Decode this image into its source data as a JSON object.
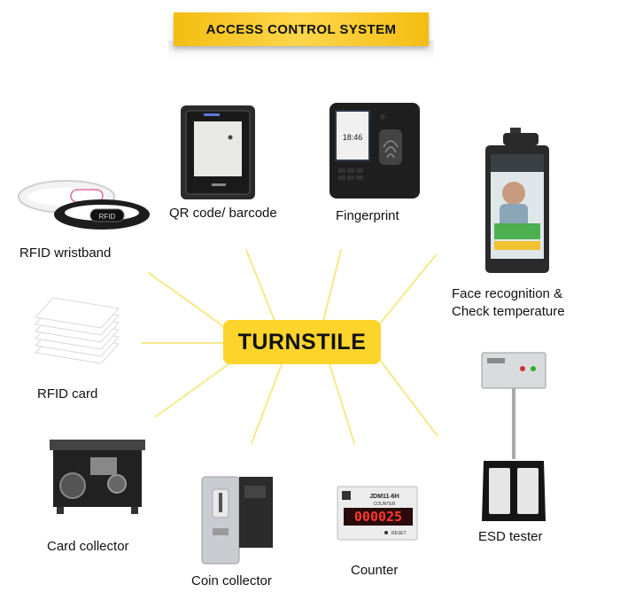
{
  "title": "ACCESS CONTROL SYSTEM",
  "hub": "TURNSTILE",
  "items": {
    "qr": "QR code/ barcode",
    "fingerprint": "Fingerprint",
    "rfid_wristband": "RFID wristband",
    "face_line1": "Face recognition &",
    "face_line2": "Check temperature",
    "rfid_card": "RFID card",
    "card_collector": "Card collector",
    "coin_collector": "Coin collector",
    "counter": "Counter",
    "esd_tester": "ESD tester"
  },
  "device_text": {
    "wristband_tag": "RFID",
    "fp_time": "18:46",
    "counter_model": "JDM11-6H",
    "counter_sub": "COUNTER",
    "counter_value": "000025",
    "counter_reset": "RESET"
  },
  "colors": {
    "accent": "#fdd42c",
    "ray": "#f5e98a"
  }
}
